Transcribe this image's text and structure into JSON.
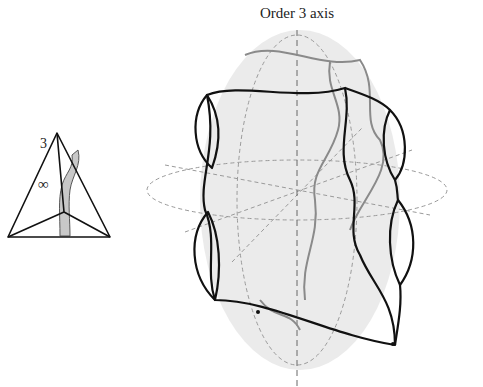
{
  "diagram": {
    "labels": [
      "Order 3 axis",
      "3",
      "∞"
    ]
  }
}
